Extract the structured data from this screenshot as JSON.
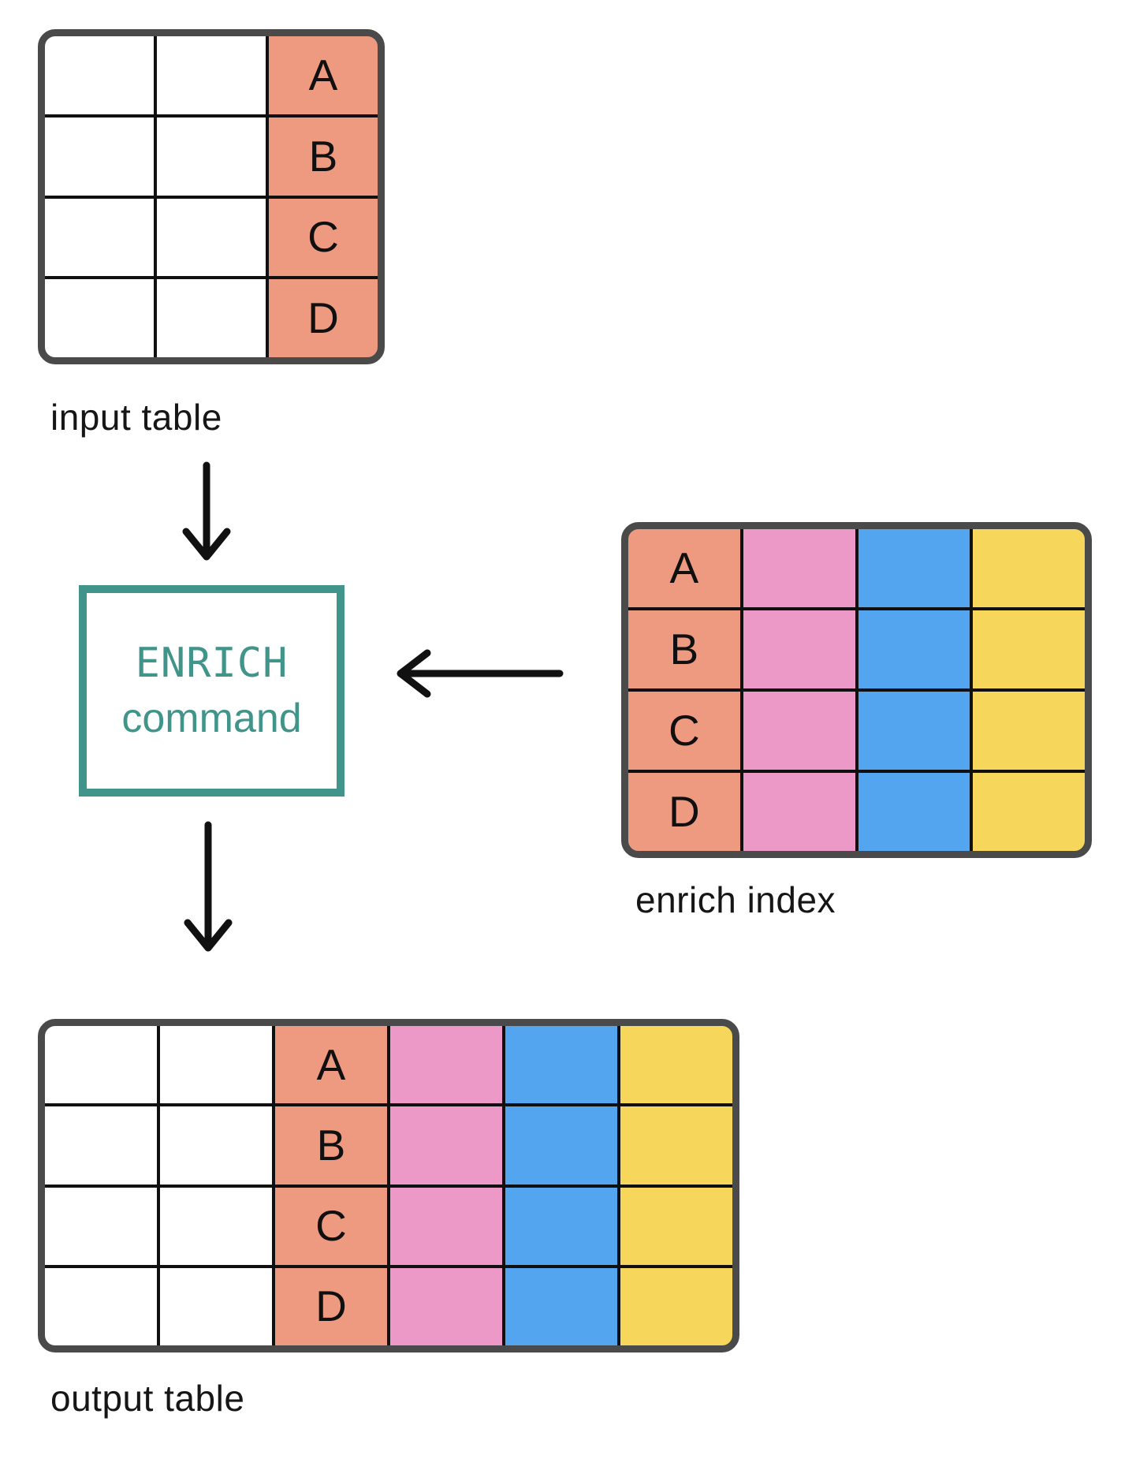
{
  "diagram": {
    "colors": {
      "salmon": "#EE9A80",
      "pink": "#EC99C8",
      "blue": "#52A5EE",
      "yellow": "#F7D75B",
      "teal": "#40948A",
      "border_dark": "#4A4A4A",
      "grid_line": "#101010",
      "arrow": "#111111",
      "text": "#161616"
    },
    "input_table": {
      "label": "input table",
      "rows": 4,
      "columns": [
        {
          "fill": "white",
          "letters": [
            "",
            "",
            "",
            ""
          ]
        },
        {
          "fill": "white",
          "letters": [
            "",
            "",
            "",
            ""
          ]
        },
        {
          "fill": "salmon",
          "letters": [
            "A",
            "B",
            "C",
            "D"
          ]
        }
      ]
    },
    "enrich_index": {
      "label": "enrich index",
      "rows": 4,
      "columns": [
        {
          "fill": "salmon",
          "letters": [
            "A",
            "B",
            "C",
            "D"
          ]
        },
        {
          "fill": "pink",
          "letters": [
            "",
            "",
            "",
            ""
          ]
        },
        {
          "fill": "blue",
          "letters": [
            "",
            "",
            "",
            ""
          ]
        },
        {
          "fill": "yellow",
          "letters": [
            "",
            "",
            "",
            ""
          ]
        }
      ]
    },
    "output_table": {
      "label": "output table",
      "rows": 4,
      "columns": [
        {
          "fill": "white",
          "letters": [
            "",
            "",
            "",
            ""
          ]
        },
        {
          "fill": "white",
          "letters": [
            "",
            "",
            "",
            ""
          ]
        },
        {
          "fill": "salmon",
          "letters": [
            "A",
            "B",
            "C",
            "D"
          ]
        },
        {
          "fill": "pink",
          "letters": [
            "",
            "",
            "",
            ""
          ]
        },
        {
          "fill": "blue",
          "letters": [
            "",
            "",
            "",
            ""
          ]
        },
        {
          "fill": "yellow",
          "letters": [
            "",
            "",
            "",
            ""
          ]
        }
      ]
    },
    "command_box": {
      "line1": "ENRICH",
      "line2": "command"
    }
  }
}
